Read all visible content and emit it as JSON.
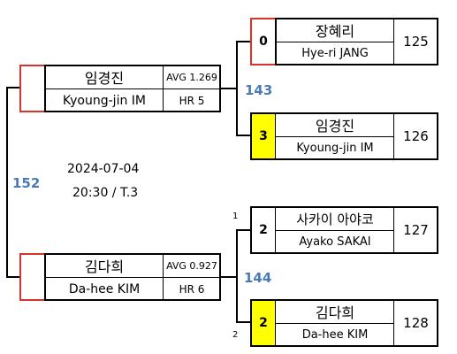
{
  "final": {
    "match_no": "152",
    "date": "2024-07-04",
    "time_table": "20:30 / T.3"
  },
  "semifinals": [
    {
      "match_no": "143",
      "player": {
        "name_ko": "임경진",
        "name_en": "Kyoung-jin IM",
        "avg": "AVG 1.269",
        "hr": "HR 5"
      }
    },
    {
      "match_no": "144",
      "player": {
        "name_ko": "김다희",
        "name_en": "Da-hee KIM",
        "avg": "AVG 0.927",
        "hr": "HR 6"
      }
    }
  ],
  "matches": [
    {
      "id": "125",
      "score": "0",
      "winner": false,
      "name_ko": "장혜리",
      "name_en": "Hye-ri JANG",
      "seed_label": ""
    },
    {
      "id": "126",
      "score": "3",
      "winner": true,
      "name_ko": "임경진",
      "name_en": "Kyoung-jin IM",
      "seed_label": ""
    },
    {
      "id": "127",
      "score": "2",
      "winner": false,
      "name_ko": "사카이 아야코",
      "name_en": "Ayako SAKAI",
      "seed_label": "1"
    },
    {
      "id": "128",
      "score": "2",
      "winner": true,
      "name_ko": "김다희",
      "name_en": "Da-hee KIM",
      "seed_label": "2"
    }
  ],
  "colors": {
    "winner_fill": "#ffff00",
    "seed_border": "#d9342b",
    "match_number": "#4a7ab6"
  }
}
